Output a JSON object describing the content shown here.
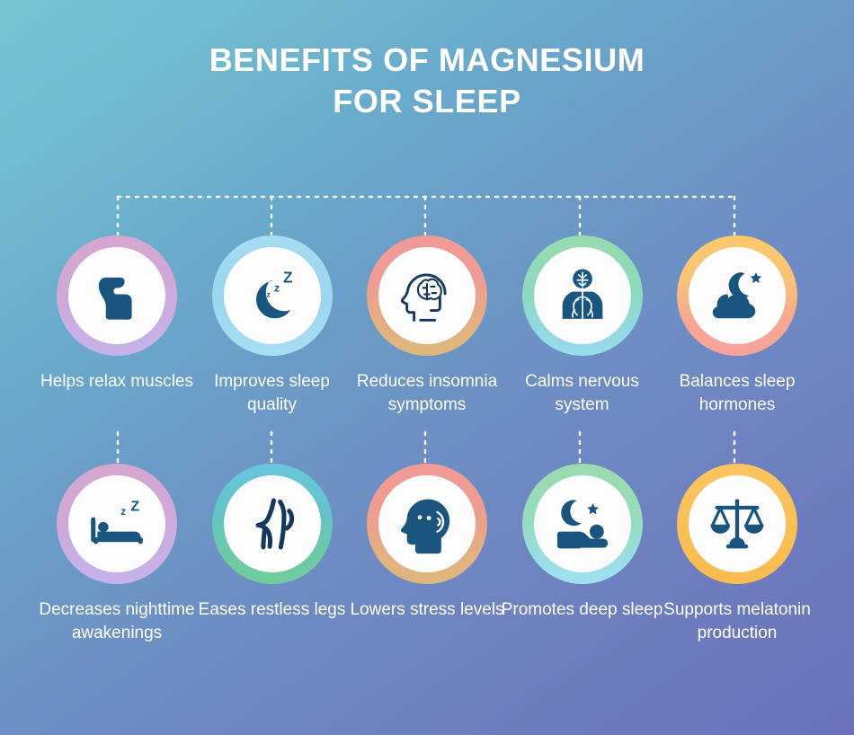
{
  "title": {
    "line1": "BENEFITS OF MAGNESIUM",
    "line2": "FOR SLEEP"
  },
  "colors": {
    "background_start": "#74c5d3",
    "background_end": "#6b72bb",
    "icon": "#1a5580",
    "icon_outline": "#15395e",
    "text": "#ffffff",
    "circle_face": "#fdfdfd",
    "connector": "#ffffff"
  },
  "rows": [
    {
      "items": [
        {
          "label": "Helps relax muscles",
          "icon": "flexed-bicep-icon",
          "ring_class": "ring-lavender",
          "ring_colors": [
            "#d6a7cc",
            "#c3b4ec"
          ]
        },
        {
          "label": "Improves sleep quality",
          "icon": "crescent-moon-zzz-icon",
          "ring_class": "ring-skyblue",
          "ring_colors": [
            "#a6dcf0",
            "#a9def2"
          ]
        },
        {
          "label": "Reduces insomnia symptoms",
          "icon": "head-brain-outline-icon",
          "ring_class": "ring-peach",
          "ring_colors": [
            "#f19a97",
            "#ddb87c"
          ]
        },
        {
          "label": "Calms nervous system",
          "icon": "nervous-system-icon",
          "ring_class": "ring-greenblue",
          "ring_colors": [
            "#97dcae",
            "#9adcee"
          ]
        },
        {
          "label": "Balances sleep hormones",
          "icon": "cloud-moon-star-icon",
          "ring_class": "ring-goldpink",
          "ring_colors": [
            "#fbc96b",
            "#f5a29c"
          ]
        }
      ]
    },
    {
      "items": [
        {
          "label": "Decreases nighttime awakenings",
          "icon": "person-in-bed-zzz-icon",
          "ring_class": "ring-lavender",
          "ring_colors": [
            "#d6a7cc",
            "#c3b4ec"
          ]
        },
        {
          "label": "Eases restless legs",
          "icon": "knee-leg-outline-icon",
          "ring_class": "ring-tealgreen",
          "ring_colors": [
            "#69c7dd",
            "#72cc9e"
          ]
        },
        {
          "label": "Lowers stress levels",
          "icon": "head-silhouette-icon",
          "ring_class": "ring-peach",
          "ring_colors": [
            "#f19a97",
            "#ddb87c"
          ]
        },
        {
          "label": "Promotes deep sleep",
          "icon": "sleeping-person-moon-star-icon",
          "ring_class": "ring-greenaqua",
          "ring_colors": [
            "#9bdcac",
            "#a2e2f2"
          ]
        },
        {
          "label": "Supports melatonin production",
          "icon": "balance-scales-icon",
          "ring_class": "ring-gold",
          "ring_colors": [
            "#fbc460",
            "#f7bb50"
          ]
        }
      ]
    }
  ]
}
